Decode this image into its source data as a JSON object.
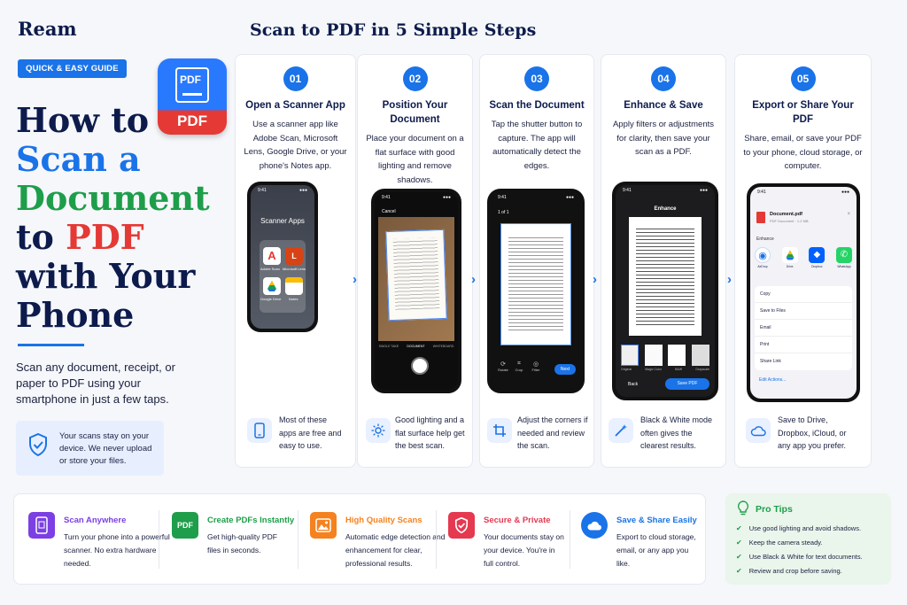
{
  "brand": "Ream",
  "main_heading": "Scan to PDF in 5 Simple Steps",
  "guide_pill": "QUICK & EASY GUIDE",
  "app_icon_label": "PDF",
  "hero": {
    "line1": "How to",
    "line2": "Scan a",
    "line3": "Document",
    "line4_pre": "to ",
    "line4_red": "PDF",
    "line5": "with Your",
    "line6": "Phone"
  },
  "subtitle": "Scan any document, receipt, or paper to PDF using your smartphone in just a few taps.",
  "privacy_note": "Your scans stay on your device. We never upload or store your files.",
  "steps": [
    {
      "num": "01",
      "title": "Open a Scanner App",
      "desc": "Use a scanner app like Adobe Scan, Microsoft Lens, Google Drive, or your phone's Notes app.",
      "tip": "Most of these apps are free and easy to use.",
      "tip_icon": "phone-icon"
    },
    {
      "num": "02",
      "title": "Position Your Document",
      "desc": "Place your document on a flat surface with good lighting and remove shadows.",
      "tip": "Good lighting and a flat surface help get the best scan.",
      "tip_icon": "sun-icon"
    },
    {
      "num": "03",
      "title": "Scan the Document",
      "desc": "Tap the shutter button to capture. The app will automatically detect the edges.",
      "tip": "Adjust the corners if needed and review the scan.",
      "tip_icon": "crop-icon"
    },
    {
      "num": "04",
      "title": "Enhance & Save",
      "desc": "Apply filters or adjustments for clarity, then save your scan as a PDF.",
      "tip": "Black & White mode often gives the clearest results.",
      "tip_icon": "magic-wand-icon"
    },
    {
      "num": "05",
      "title": "Export or Share Your PDF",
      "desc": "Share, email, or save your PDF to your phone, cloud storage, or computer.",
      "tip": "Save to Drive, Dropbox, iCloud, or any app you prefer.",
      "tip_icon": "cloud-icon"
    }
  ],
  "phone1": {
    "time": "9:41",
    "folder_title": "Scanner Apps",
    "apps": [
      "Adobe Scan",
      "Microsoft Lens",
      "Google Drive",
      "Notes"
    ]
  },
  "phone2": {
    "time": "9:41",
    "cancel": "Cancel",
    "modes": [
      "SINGLE TAKE",
      "DOCUMENT",
      "WHITEBOARD"
    ]
  },
  "phone3": {
    "time": "9:41",
    "page": "1 of 1",
    "tools": [
      "Rotate",
      "Crop",
      "Filter"
    ],
    "next": "Next"
  },
  "phone4": {
    "time": "9:41",
    "title": "Enhance",
    "filters": [
      "Original",
      "Magic Color",
      "B&W",
      "Grayscale"
    ],
    "back": "Back",
    "save": "Save PDF"
  },
  "phone5": {
    "time": "9:41",
    "file_name": "Document.pdf",
    "file_meta": "PDF Document · 1.2 MB",
    "section": "Enhance",
    "apps": [
      "AirDrop",
      "Drive",
      "Dropbox",
      "WhatsApp"
    ],
    "actions": [
      "Copy",
      "Save to Files",
      "Email",
      "Print",
      "Share Link"
    ],
    "edit": "Edit Actions..."
  },
  "features": [
    {
      "title": "Scan Anywhere",
      "desc": "Turn your phone into a powerful scanner. No extra hardware needed.",
      "color": "#7b3fe4"
    },
    {
      "title": "Create PDFs Instantly",
      "desc": "Get high-quality PDF files in seconds.",
      "color": "#1e9e4a"
    },
    {
      "title": "High Quality Scans",
      "desc": "Automatic edge detection and enhancement for clear, professional results.",
      "color": "#f5821f"
    },
    {
      "title": "Secure & Private",
      "desc": "Your documents stay on your device. You're in full control.",
      "color": "#e53950"
    },
    {
      "title": "Save & Share Easily",
      "desc": "Export to cloud storage, email, or any app you like.",
      "color": "#1a73e8"
    }
  ],
  "feature_pdf_label": "PDF",
  "pro_tips": {
    "title": "Pro Tips",
    "items": [
      "Use good lighting and avoid shadows.",
      "Keep the camera steady.",
      "Use Black & White for text documents.",
      "Review and crop before saving."
    ]
  },
  "colors": {
    "primary": "#1a73e8",
    "navy": "#0d1b4c",
    "green": "#1e9e4a",
    "red": "#e53935"
  }
}
